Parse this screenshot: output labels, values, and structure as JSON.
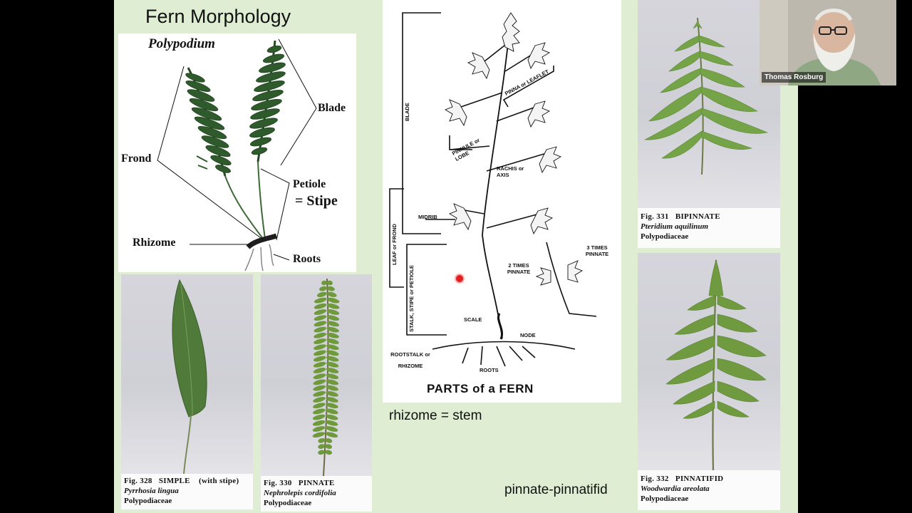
{
  "slide": {
    "title": "Fern Morphology",
    "polypodium_panel": {
      "genus": "Polypodium",
      "labels": {
        "blade": "Blade",
        "frond": "Frond",
        "petiole": "Petiole",
        "stipe": "= Stipe",
        "rhizome": "Rhizome",
        "roots": "Roots"
      }
    },
    "diagram": {
      "title": "PARTS of a FERN",
      "labels": {
        "blade": "BLADE",
        "pinna": "PINNA or LEAFLET",
        "pinnule": "PINNULE or LOBE",
        "rachis": "RACHIS or AXIS",
        "midrib": "MIDRIB",
        "leaf": "LEAF or FROND",
        "stalk": "STALK, STIPE or PETIOLE",
        "two_times": "2 TIMES PINNATE",
        "three_times": "3 TIMES PINNATE",
        "scale": "SCALE",
        "node": "NODE",
        "rootstalk": "ROOTSTALK or RHIZOME",
        "roots": "ROOTS"
      }
    },
    "notes": {
      "rhizome": "rhizome = stem",
      "pinnate": "pinnate-pinnatifid"
    },
    "figures": {
      "fig328": {
        "fig": "Fig. 328   SIMPLE    (with stipe)",
        "species": "Pyrrhosia  lingua",
        "family": "Polypodiaceae"
      },
      "fig330": {
        "fig": "Fig. 330   PINNATE",
        "species": "Nephrolepis  cordifolia",
        "family": "Polypodiaceae"
      },
      "fig331": {
        "fig": "Fig. 331   BIPINNATE",
        "species": "Pteridium  aquilinum",
        "family": "Polypodiaceae"
      },
      "fig332": {
        "fig": "Fig. 332   PINNATIFID",
        "species": "Woodwardia  areolata",
        "family": "Polypodiaceae"
      }
    }
  },
  "video": {
    "participant_name": "Thomas Rosburg"
  },
  "colors": {
    "slide_bg": "#dfeed3",
    "fern_dark": "#2f5a2c",
    "fern_light": "#5f8f3f",
    "pointer": "#e02020"
  },
  "icons": {
    "laser_pointer": "laser-pointer-icon"
  }
}
